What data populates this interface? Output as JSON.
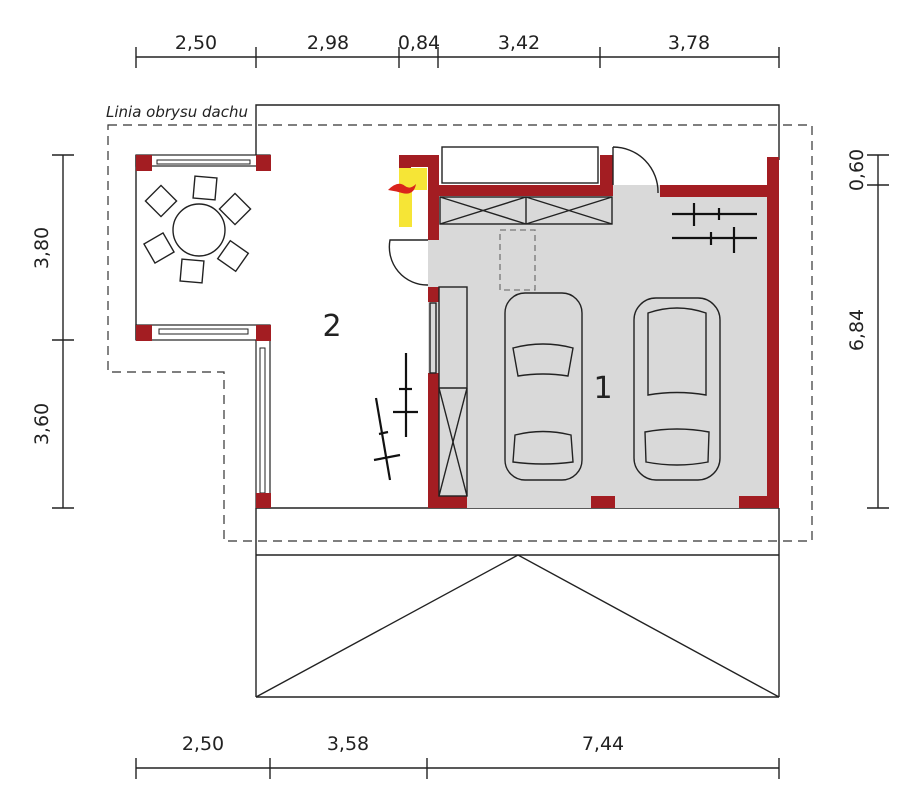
{
  "plan": {
    "roof_outline_label": "Linia obrysu dachu",
    "rooms": [
      {
        "number": "1"
      },
      {
        "number": "2"
      }
    ],
    "dimensions": {
      "top": [
        "2,50",
        "2,98",
        "0,84",
        "3,42",
        "3,78"
      ],
      "bottom": [
        "2,50",
        "3,58",
        "7,44"
      ],
      "left": [
        "3,80",
        "3,60"
      ],
      "right": [
        "0,60",
        "6,84"
      ]
    },
    "colors": {
      "wall": "#a31d22",
      "floor": "#d9d9d9",
      "boiler": "#f6e536",
      "flame": "#d9241c"
    }
  }
}
